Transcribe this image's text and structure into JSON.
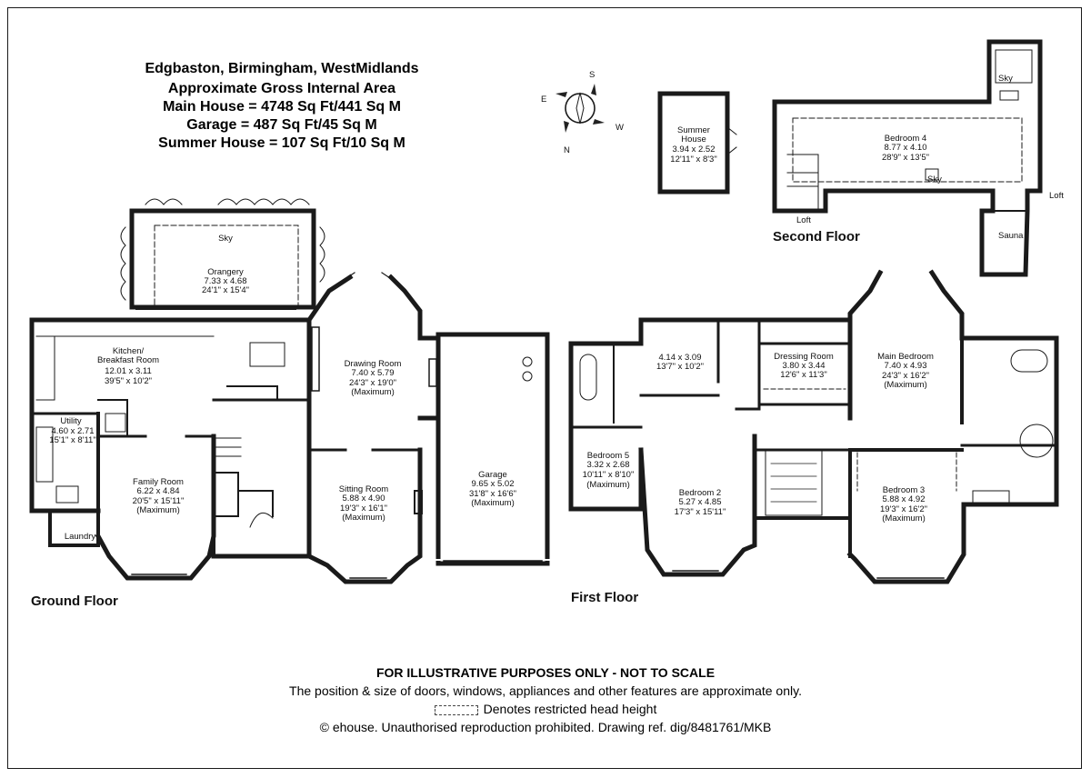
{
  "header": {
    "location": "Edgbaston, Birmingham, WestMidlands",
    "subtitle": "Approximate Gross Internal Area",
    "main_house": "Main House = 4748 Sq Ft/441 Sq M",
    "garage": "Garage = 487 Sq Ft/45 Sq M",
    "summer_house": "Summer House = 107 Sq Ft/10 Sq M"
  },
  "compass": {
    "n": "N",
    "s": "S",
    "e": "E",
    "w": "W"
  },
  "floors": {
    "ground": "Ground Floor",
    "first": "First Floor",
    "second": "Second Floor"
  },
  "rooms": {
    "sky_orangery": "Sky",
    "orangery": [
      "Orangery",
      "7.33 x 4.68",
      "24'1\" x 15'4\""
    ],
    "kitchen": [
      "Kitchen/",
      "Breakfast Room",
      "12.01 x 3.11",
      "39'5\" x 10'2\""
    ],
    "utility": [
      "Utility",
      "4.60 x 2.71",
      "15'1\" x 8'11\""
    ],
    "laundry": "Laundry",
    "family": [
      "Family Room",
      "6.22 x 4.84",
      "20'5\" x 15'11\"",
      "(Maximum)"
    ],
    "drawing": [
      "Drawing Room",
      "7.40 x 5.79",
      "24'3\" x 19'0\"",
      "(Maximum)"
    ],
    "sitting": [
      "Sitting Room",
      "5.88 x 4.90",
      "19'3\" x 16'1\"",
      "(Maximum)"
    ],
    "garage": [
      "Garage",
      "9.65 x 5.02",
      "31'8\" x 16'6\"",
      "(Maximum)"
    ],
    "room_414": [
      "4.14 x 3.09",
      "13'7\" x 10'2\""
    ],
    "dressing": [
      "Dressing Room",
      "3.80 x 3.44",
      "12'6\" x 11'3\""
    ],
    "main_bed": [
      "Main Bedroom",
      "7.40 x 4.93",
      "24'3\" x 16'2\"",
      "(Maximum)"
    ],
    "bed5": [
      "Bedroom 5",
      "3.32 x 2.68",
      "10'11\" x 8'10\"",
      "(Maximum)"
    ],
    "bed2": [
      "Bedroom 2",
      "5.27 x 4.85",
      "17'3\" x 15'11\""
    ],
    "bed3": [
      "Bedroom 3",
      "5.88 x 4.92",
      "19'3\" x 16'2\"",
      "(Maximum)"
    ],
    "summer": [
      "Summer",
      "House",
      "3.94 x 2.52",
      "12'11\" x 8'3\""
    ],
    "bed4": [
      "Bedroom 4",
      "8.77 x 4.10",
      "28'9\" x 13'5\""
    ],
    "sky_top": "Sky",
    "sky_mid": "Sky",
    "loft_left": "Loft",
    "loft_right": "Loft",
    "sauna": "Sauna"
  },
  "footer": {
    "line1": "FOR ILLUSTRATIVE PURPOSES ONLY - NOT TO SCALE",
    "line2": "The position & size of doors, windows, appliances and other features are approximate only.",
    "line3": "Denotes restricted head height",
    "line4": "© ehouse. Unauthorised reproduction prohibited. Drawing ref. dig/8481761/MKB"
  }
}
